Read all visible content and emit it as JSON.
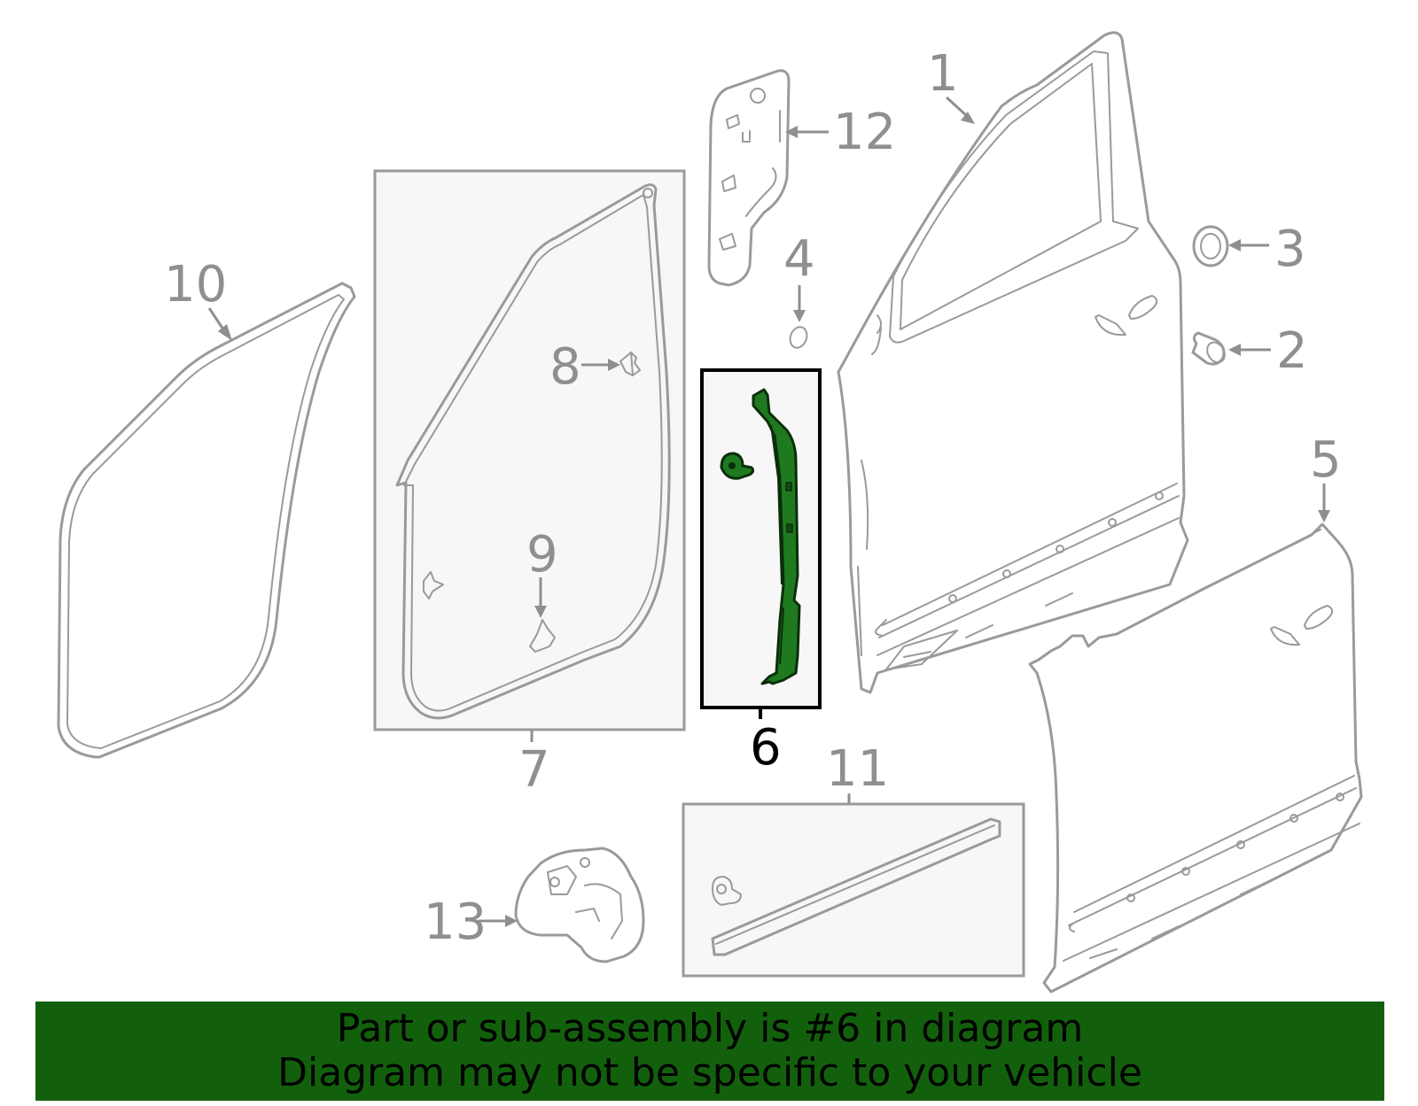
{
  "callouts": {
    "c1": "1",
    "c2": "2",
    "c3": "3",
    "c4": "4",
    "c5": "5",
    "c6": "6",
    "c7": "7",
    "c8": "8",
    "c9": "9",
    "c10": "10",
    "c11": "11",
    "c12": "12",
    "c13": "13"
  },
  "highlighted_part": "6",
  "colors": {
    "highlight_fill": "#1f7a1f",
    "banner_background": "#12600c",
    "line_gray": "#9a9a9a"
  },
  "notice": {
    "line1": "Part or sub-assembly is #6 in diagram",
    "line2": "Diagram may not be specific to your vehicle"
  }
}
